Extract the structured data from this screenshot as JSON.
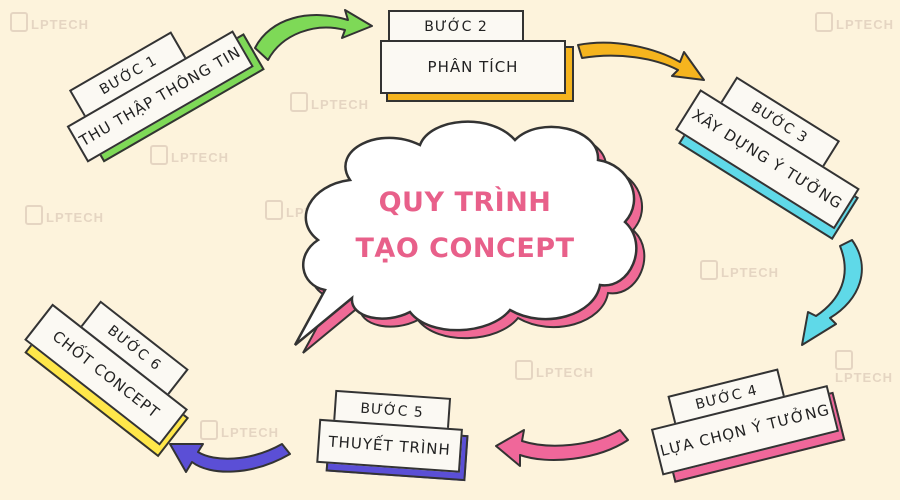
{
  "title": {
    "line1": "QUY TRÌNH",
    "line2": "TẠO CONCEPT"
  },
  "watermark": "LPTECH",
  "steps": [
    {
      "label": "BƯỚC 1",
      "name": "THU THẬP THÔNG TIN",
      "accent": "#7ed957"
    },
    {
      "label": "BƯỚC 2",
      "name": "PHÂN TÍCH",
      "accent": "#f5b41e"
    },
    {
      "label": "BƯỚC 3",
      "name": "XÂY DỰNG Ý TƯỞNG",
      "accent": "#5fd9e8"
    },
    {
      "label": "BƯỚC 4",
      "name": "LỰA CHỌN Ý TƯỞNG",
      "accent": "#f0679a"
    },
    {
      "label": "BƯỚC 5",
      "name": "THUYẾT TRÌNH",
      "accent": "#5b4fd6"
    },
    {
      "label": "BƯỚC 6",
      "name": "CHỐT CONCEPT",
      "accent": "#ffe74a"
    }
  ],
  "colors": {
    "background": "#fdf3dc",
    "title": "#e8608a",
    "cloud_fill": "#ffffff",
    "cloud_shadow": "#f06a96",
    "outline": "#333333"
  }
}
